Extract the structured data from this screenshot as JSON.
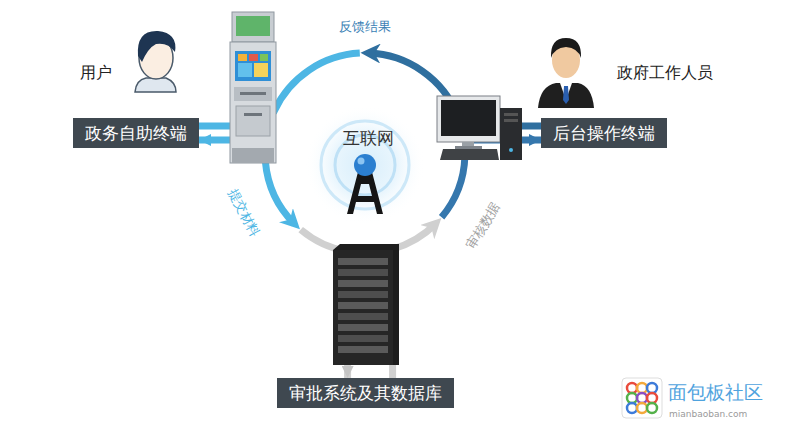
{
  "diagram": {
    "nodes": [
      {
        "text": [
          "政务自助终端"
        ]
      },
      {
        "text": [
          "后台操作终端"
        ]
      },
      {
        "text": [
          "审批系统及其数据库"
        ]
      }
    ],
    "edges": [
      {
        "from": 0,
        "to": 2,
        "arrow": "to",
        "label": "提交材料"
      },
      {
        "from": 2,
        "to": 1,
        "arrow": "to",
        "label": "审核数据"
      },
      {
        "from": 1,
        "to": 0,
        "arrow": "to",
        "label": "反馈结果"
      }
    ],
    "labels": [
      "用户",
      "政府工作人员",
      "互联网",
      "面包板社区",
      "mianbaoban.com"
    ]
  }
}
